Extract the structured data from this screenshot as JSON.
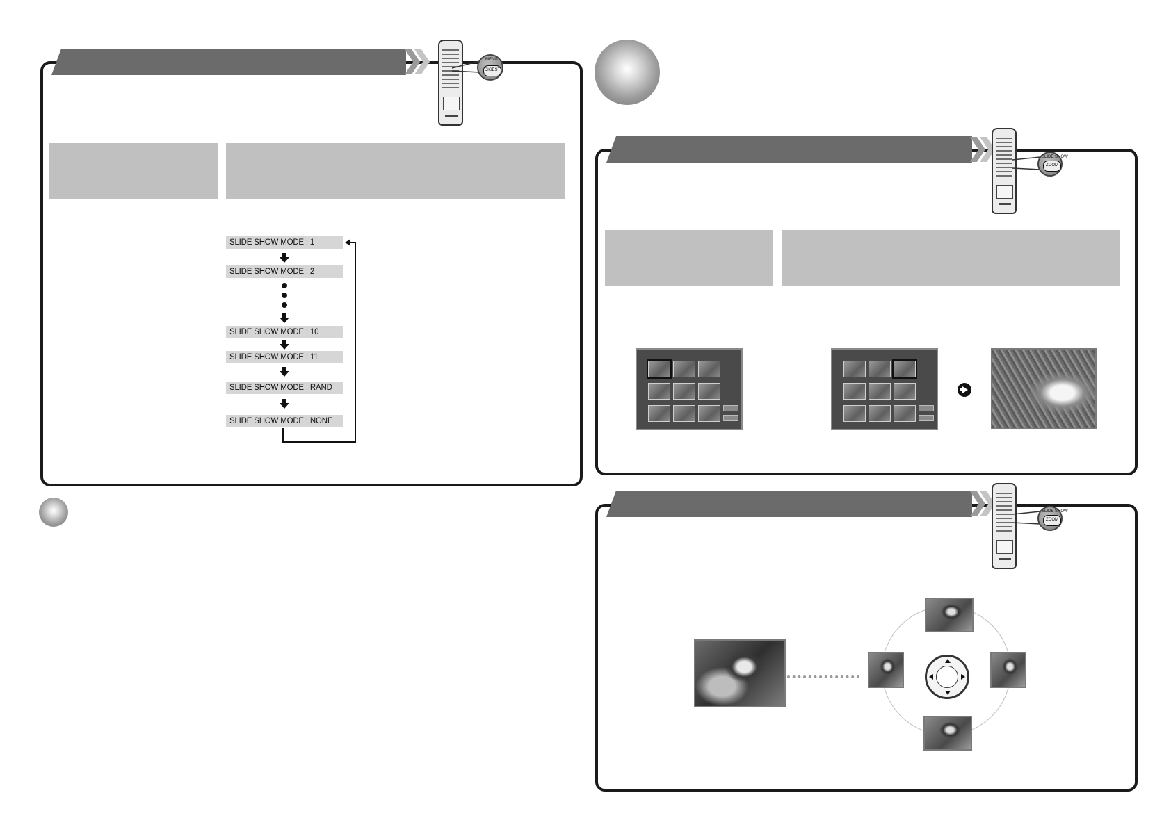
{
  "slide_show_modes": [
    "SLIDE SHOW MODE : 1",
    "SLIDE SHOW MODE : 2",
    "SLIDE SHOW MODE : 10",
    "SLIDE SHOW MODE : 11",
    "SLIDE SHOW MODE : RAND",
    "SLIDE SHOW MODE : NONE"
  ],
  "remote_buttons": {
    "digest": {
      "caption": "MENU",
      "label": "DIGEST"
    },
    "zoom_1": {
      "caption": "SLIDE SHOW",
      "label": "ZOOM"
    },
    "zoom_2": {
      "caption": "SLIDE SHOW",
      "label": "ZOOM"
    }
  },
  "icons": {
    "remote": "remote-control-icon",
    "down": "down-arrow-icon",
    "return": "return-loop-arrow-icon",
    "next": "right-arrow-circle-icon",
    "dpad": "direction-pad-icon"
  }
}
